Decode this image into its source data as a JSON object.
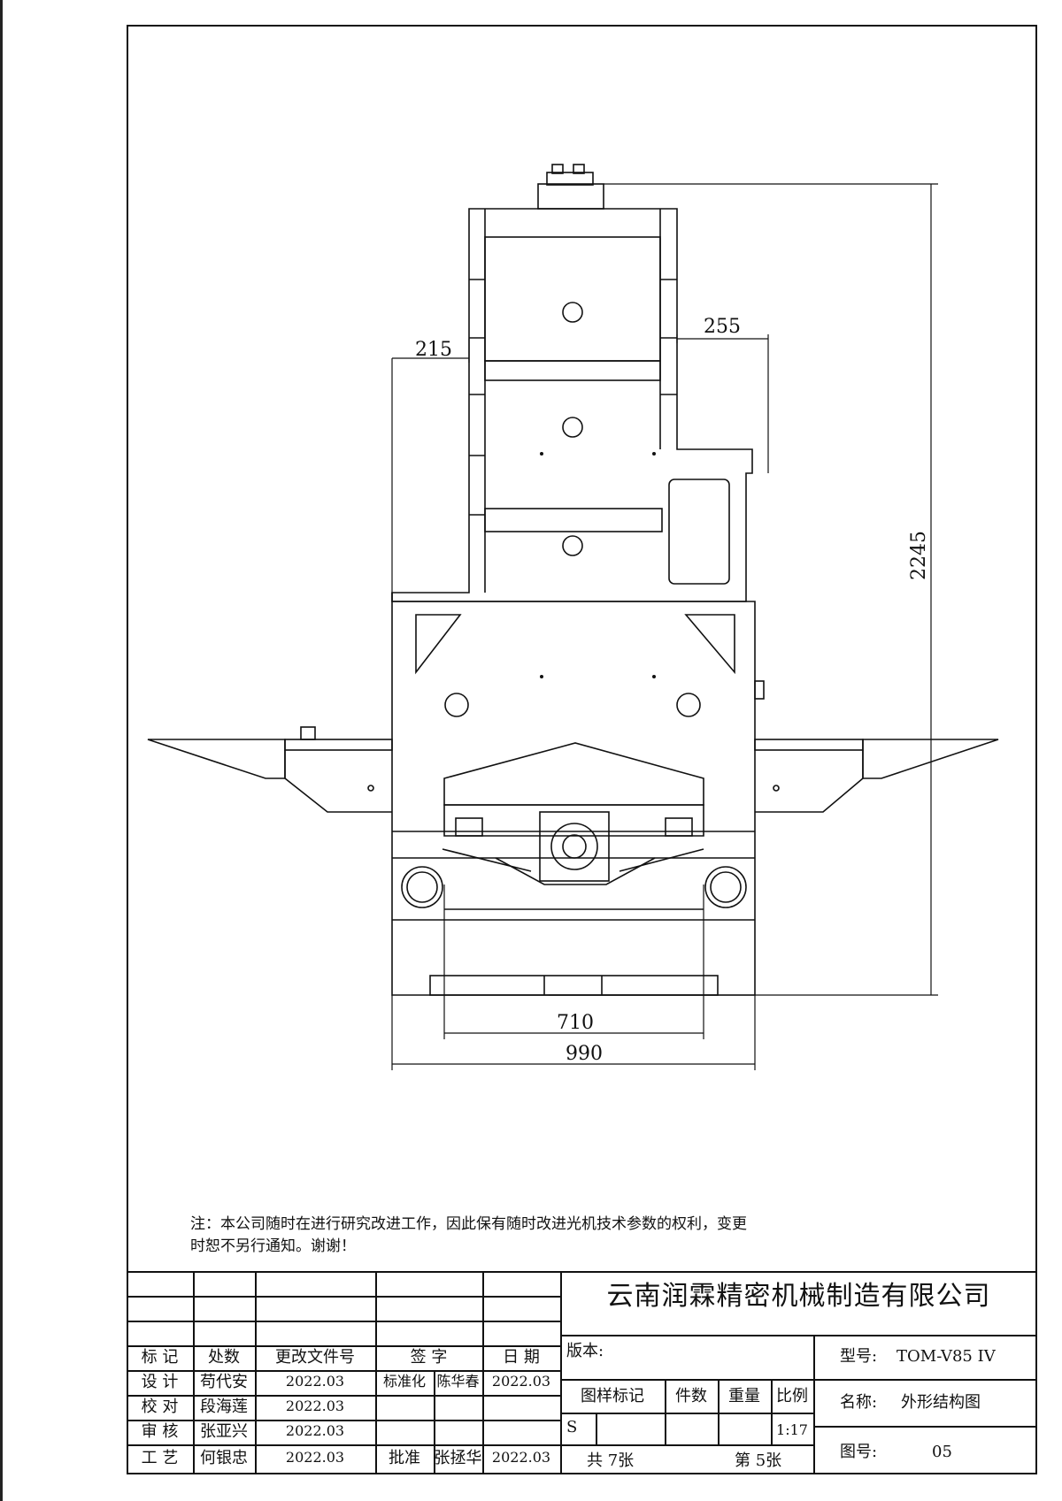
{
  "dimensions": {
    "d215": "215",
    "d255": "255",
    "d2245": "2245",
    "d710": "710",
    "d990": "990"
  },
  "note": {
    "line1": "注：本公司随时在进行研究改进工作，因此保有随时改进光机技术参数的权利，变更",
    "line2": "时恕不另行通知。谢谢！"
  },
  "title_block": {
    "company": "云南润霖精密机械制造有限公司",
    "headers": {
      "mark": "标 记",
      "location": "处数",
      "change_doc": "更改文件号",
      "signature": "签 字",
      "date": "日 期"
    },
    "rows": [
      {
        "role": "设 计",
        "name": "苟代安",
        "date": "2022.03",
        "role2": "标准化",
        "name2": "陈华春",
        "date2": "2022.03"
      },
      {
        "role": "校 对",
        "name": "段海莲",
        "date": "2022.03",
        "role2": "",
        "name2": "",
        "date2": ""
      },
      {
        "role": "审 核",
        "name": "张亚兴",
        "date": "2022.03",
        "role2": "",
        "name2": "",
        "date2": ""
      },
      {
        "role": "工 艺",
        "name": "何银忠",
        "date": "2022.03",
        "role2": "批准",
        "name2": "张拯华",
        "date2": "2022.03"
      }
    ],
    "version_label": "版本:",
    "sample_mark_label": "图样标记",
    "count_label": "件数",
    "weight_label": "重量",
    "scale_label": "比例",
    "sample_mark_value": "S",
    "scale_value": "1:17",
    "total_sheets": "共 7张",
    "sheet_no": "第 5张",
    "model_label": "型号:",
    "model_value": "TOM-V85 IV",
    "name_label": "名称:",
    "name_value": "外形结构图",
    "drawing_no_label": "图号:",
    "drawing_no_value": "05"
  }
}
